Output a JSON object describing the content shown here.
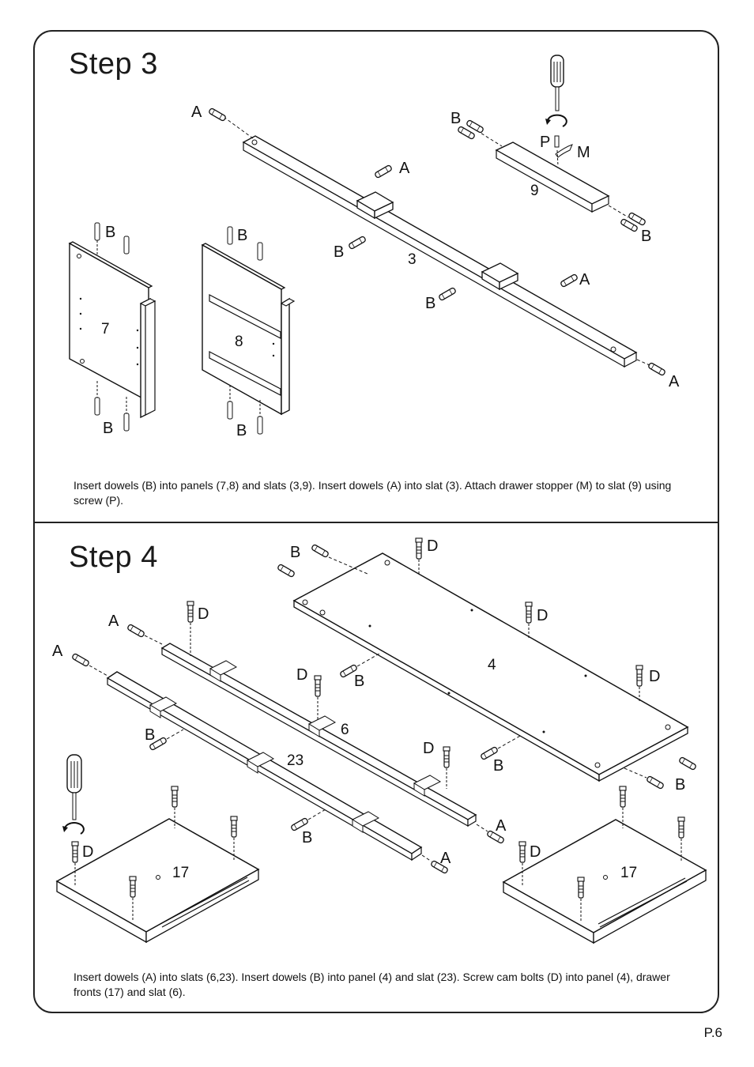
{
  "step3": {
    "title": "Step  3",
    "instructions": "Insert dowels (B) into panels (7,8) and slats (3,9). Insert dowels (A) into slat (3). Attach drawer stopper (M) to slat (9) using screw (P).",
    "labels": {
      "a_top": "A",
      "a_mid": "A",
      "a_right": "A",
      "a_end": "A",
      "b_slat9_top": "B",
      "b_slat9_bottom": "B",
      "b_p7_top": "B",
      "b_p8_top": "B",
      "b_slat3_left": "B",
      "b_slat3_low": "B",
      "b_p7_bottom": "B",
      "b_p8_bottom": "B",
      "p": "P",
      "m": "M"
    },
    "parts": {
      "slat3": "3",
      "slat9": "9",
      "panel7": "7",
      "panel8": "8"
    }
  },
  "step4": {
    "title": "Step  4",
    "instructions": "Insert dowels (A) into slats (6,23). Insert dowels (B) into panel (4) and slat (23). Screw cam bolts (D) into panel (4), drawer fronts (17) and slat (6).",
    "labels": {
      "b_top": "B",
      "d_top": "D",
      "a_slat6": "A",
      "d_slat6_left": "D",
      "d_panel4_mid": "D",
      "a_slat23": "A",
      "d_slat6_mid": "D",
      "b_mid": "B",
      "d_panel4_right": "D",
      "b_slat23": "B",
      "d_slat6_right": "D",
      "b_panel4_bottom": "B",
      "b_right": "B",
      "a_slat6_end": "A",
      "b_slat23_bottom": "B",
      "a_slat23_end": "A",
      "d_front_left": "D",
      "d_front_right": "D"
    },
    "parts": {
      "panel4": "4",
      "slat6": "6",
      "slat23": "23",
      "front_left": "17",
      "front_right": "17"
    }
  },
  "footer": {
    "page": "P.6"
  },
  "icons": [
    "screwdriver-icon",
    "rotate-arrow-icon"
  ]
}
